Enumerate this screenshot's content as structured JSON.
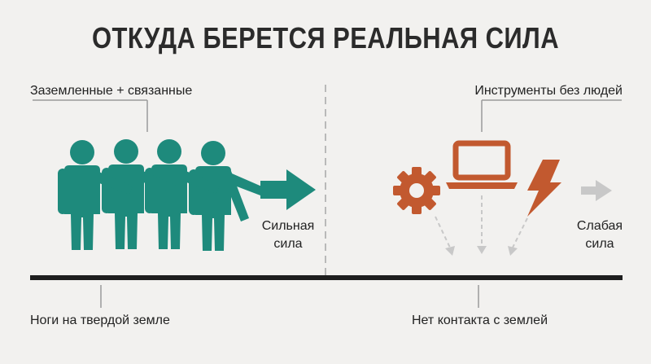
{
  "title": "ОТКУДА БЕРЕТСЯ РЕАЛЬНАЯ СИЛА",
  "left": {
    "top_label": "Заземленные + связанные",
    "result_line1": "Сильная",
    "result_line2": "сила",
    "bottom_label": "Ноги на твердой земле"
  },
  "right": {
    "top_label": "Инструменты без людей",
    "result_line1": "Слабая",
    "result_line2": "сила",
    "bottom_label": "Нет контакта с землей"
  },
  "icons": {
    "people": "people-group-icon",
    "gear": "gear-icon",
    "laptop": "laptop-icon",
    "lightning": "lightning-icon"
  },
  "colors": {
    "teal": "#1e8a7c",
    "rust": "#c2592f",
    "gray_arrow": "#c8c8c8",
    "ground": "#1e1e1e",
    "background": "#f2f1ef"
  }
}
